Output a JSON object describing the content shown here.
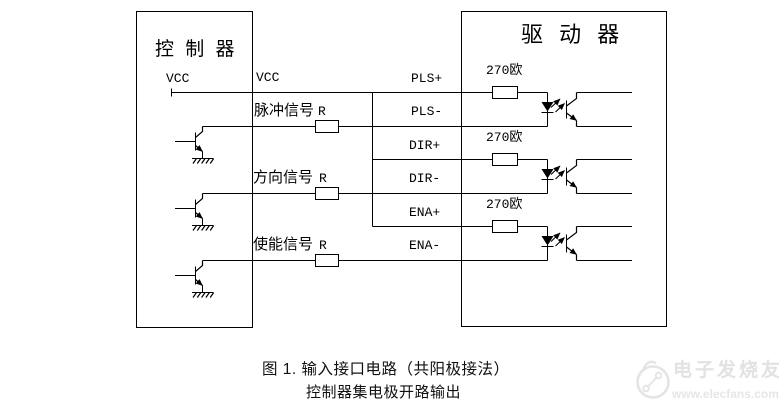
{
  "controller": {
    "title": "控 制 器",
    "vcc_label_inner": "VCC",
    "vcc_label_outer": "VCC",
    "signal_rows": [
      {
        "name": "脉冲信号",
        "resistor": "R"
      },
      {
        "name": "方向信号",
        "resistor": "R"
      },
      {
        "name": "使能信号",
        "resistor": "R"
      }
    ]
  },
  "driver": {
    "title": "驱 动 器",
    "channels": [
      {
        "resistor": "270欧",
        "plus": "PLS+",
        "minus": "PLS-"
      },
      {
        "resistor": "270欧",
        "plus": "DIR+",
        "minus": "DIR-"
      },
      {
        "resistor": "270欧",
        "plus": "ENA+",
        "minus": "ENA-"
      }
    ]
  },
  "caption": {
    "line1": "图 1. 输入接口电路（共阳极接法）",
    "line2": "控制器集电极开路输出"
  },
  "watermark": {
    "brand": "电子发烧友",
    "url": "www.elecfans.com"
  },
  "colors": {
    "line": "#000000",
    "background": "#ffffff",
    "watermark": "#e3e3e3"
  }
}
